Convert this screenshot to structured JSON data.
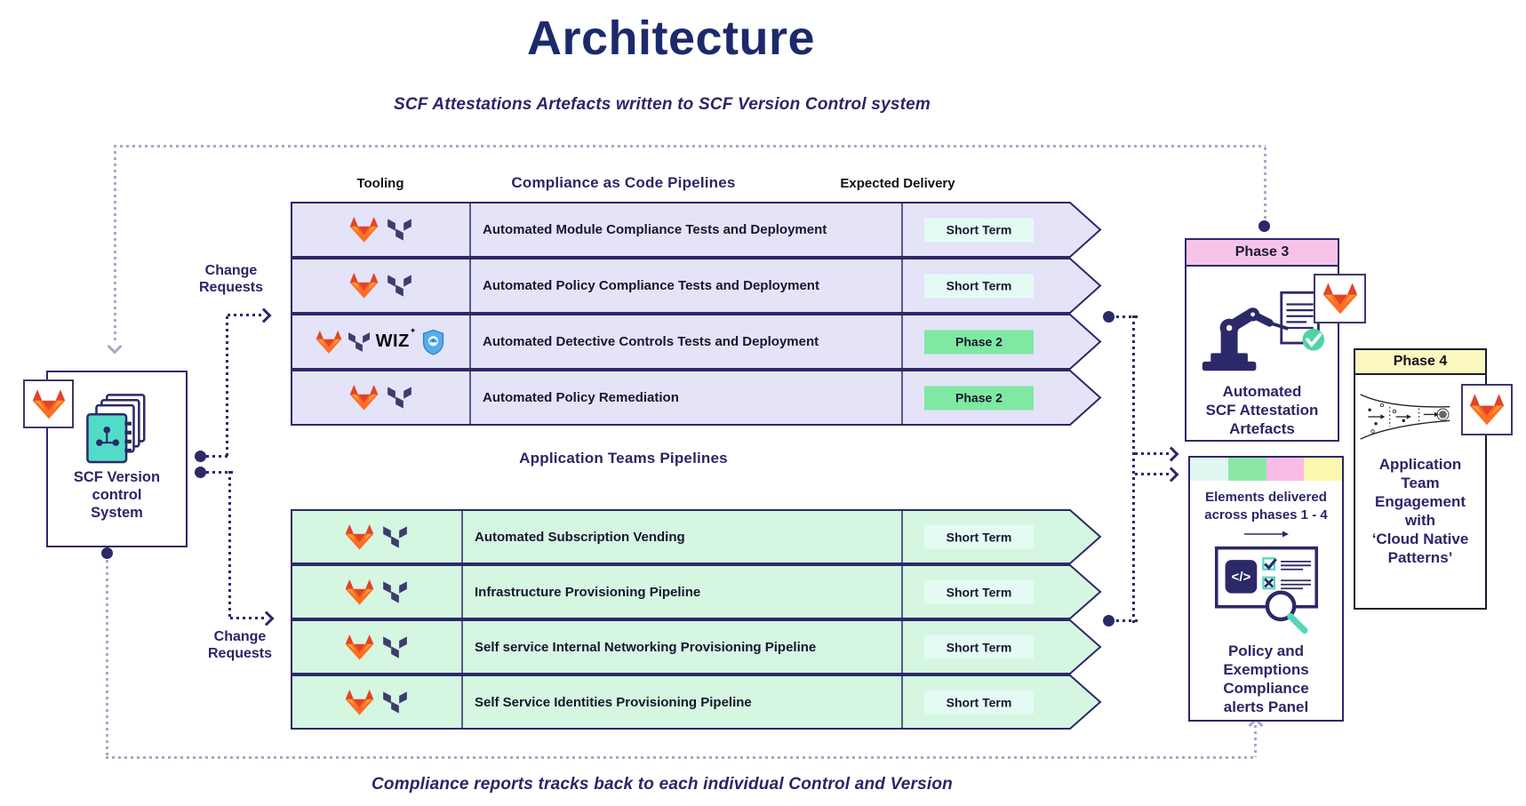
{
  "title": "Architecture",
  "top_caption": "SCF Attestations Artefacts written to SCF  Version Control system",
  "bottom_caption": "Compliance reports tracks back to each individual Control and Version",
  "left_box": {
    "label": "SCF Version\ncontrol\nSystem"
  },
  "change_requests_top": {
    "label": "Change\nRequests"
  },
  "change_requests_bottom": {
    "label": "Change\nRequests"
  },
  "pipelines": {
    "tooling_header": "Tooling",
    "delivery_header": "Expected Delivery",
    "compliance": {
      "title": "Compliance as Code Pipelines",
      "rows": [
        {
          "label": "Automated Module Compliance Tests and Deployment",
          "badge": "Short Term",
          "tools": [
            "gitlab",
            "terraform"
          ]
        },
        {
          "label": "Automated Policy Compliance Tests and Deployment",
          "badge": "Short Term",
          "tools": [
            "gitlab",
            "terraform"
          ]
        },
        {
          "label": "Automated Detective Controls Tests and Deployment",
          "badge": "Phase 2",
          "tools": [
            "gitlab",
            "terraform",
            "wiz",
            "defender-shield"
          ]
        },
        {
          "label": "Automated Policy Remediation",
          "badge": "Phase 2",
          "tools": [
            "gitlab",
            "terraform"
          ]
        }
      ]
    },
    "application": {
      "title": "Application Teams Pipelines",
      "rows": [
        {
          "label": "Automated Subscription Vending",
          "badge": "Short Term",
          "tools": [
            "gitlab",
            "terraform"
          ]
        },
        {
          "label": "Infrastructure Provisioning Pipeline",
          "badge": "Short Term",
          "tools": [
            "gitlab",
            "terraform"
          ]
        },
        {
          "label": "Self service Internal Networking Provisioning Pipeline",
          "badge": "Short Term",
          "tools": [
            "gitlab",
            "terraform"
          ]
        },
        {
          "label": "Self Service Identities Provisioning Pipeline",
          "badge": "Short Term",
          "tools": [
            "gitlab",
            "terraform"
          ]
        }
      ]
    }
  },
  "tool_logos": {
    "wiz": "WIZ",
    "wiz_star": "✦"
  },
  "phase3": {
    "header": "Phase 3",
    "label": "Automated\nSCF Attestation\nArtefacts"
  },
  "elements_panel": {
    "caption": "Elements delivered\nacross phases 1 - 4",
    "label": "Policy and\nExemptions\nCompliance\nalerts Panel",
    "strip_colors": [
      "#DFF7F0",
      "#8BE8A7",
      "#F9BCE7",
      "#FBF8B0"
    ]
  },
  "phase4": {
    "header": "Phase 4",
    "label": "Application\nTeam\nEngagement\nwith\n‘Cloud Native\nPatterns’"
  },
  "colors": {
    "navy": "#2B2968",
    "title_navy": "#1C2A6B",
    "lavender_row": "#E4E3F8",
    "green_row": "#D5F6E1",
    "badge_short_term": "#E3FBF3",
    "badge_phase2": "#7FE9A2",
    "phase3_header_pink": "#F8C3E8",
    "phase4_header_yellow": "#FAF8BC",
    "gitlab_orange": "#FC6D26",
    "gitlab_red": "#E24329",
    "gitlab_amber": "#FCA326",
    "terraform_navy": "#3E3C6E",
    "teal": "#52DCC8",
    "gray_dots": "#A9A7C6"
  }
}
